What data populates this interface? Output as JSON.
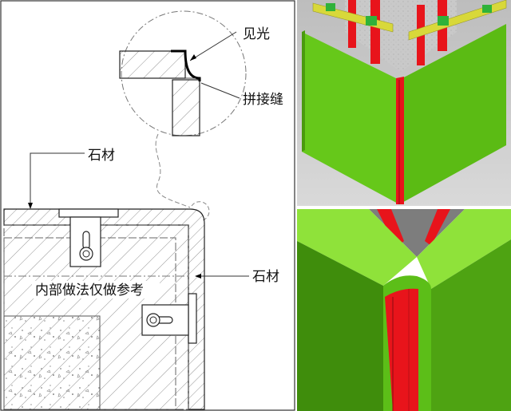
{
  "drawing": {
    "label_jianguang": "见光",
    "label_pinjiefeng": "拼接缝",
    "label_stone_top": "石材",
    "label_stone_right": "石材",
    "label_interior": "内部做法仅做参考"
  },
  "colors": {
    "stone_green": "#66c81a",
    "stone_green_dark": "#3f8d0c",
    "stone_green_light": "#8fe23a",
    "keel_red": "#e8141b",
    "bracket_yellow": "#d8d83a",
    "concrete_gray": "#cfcfcf"
  }
}
